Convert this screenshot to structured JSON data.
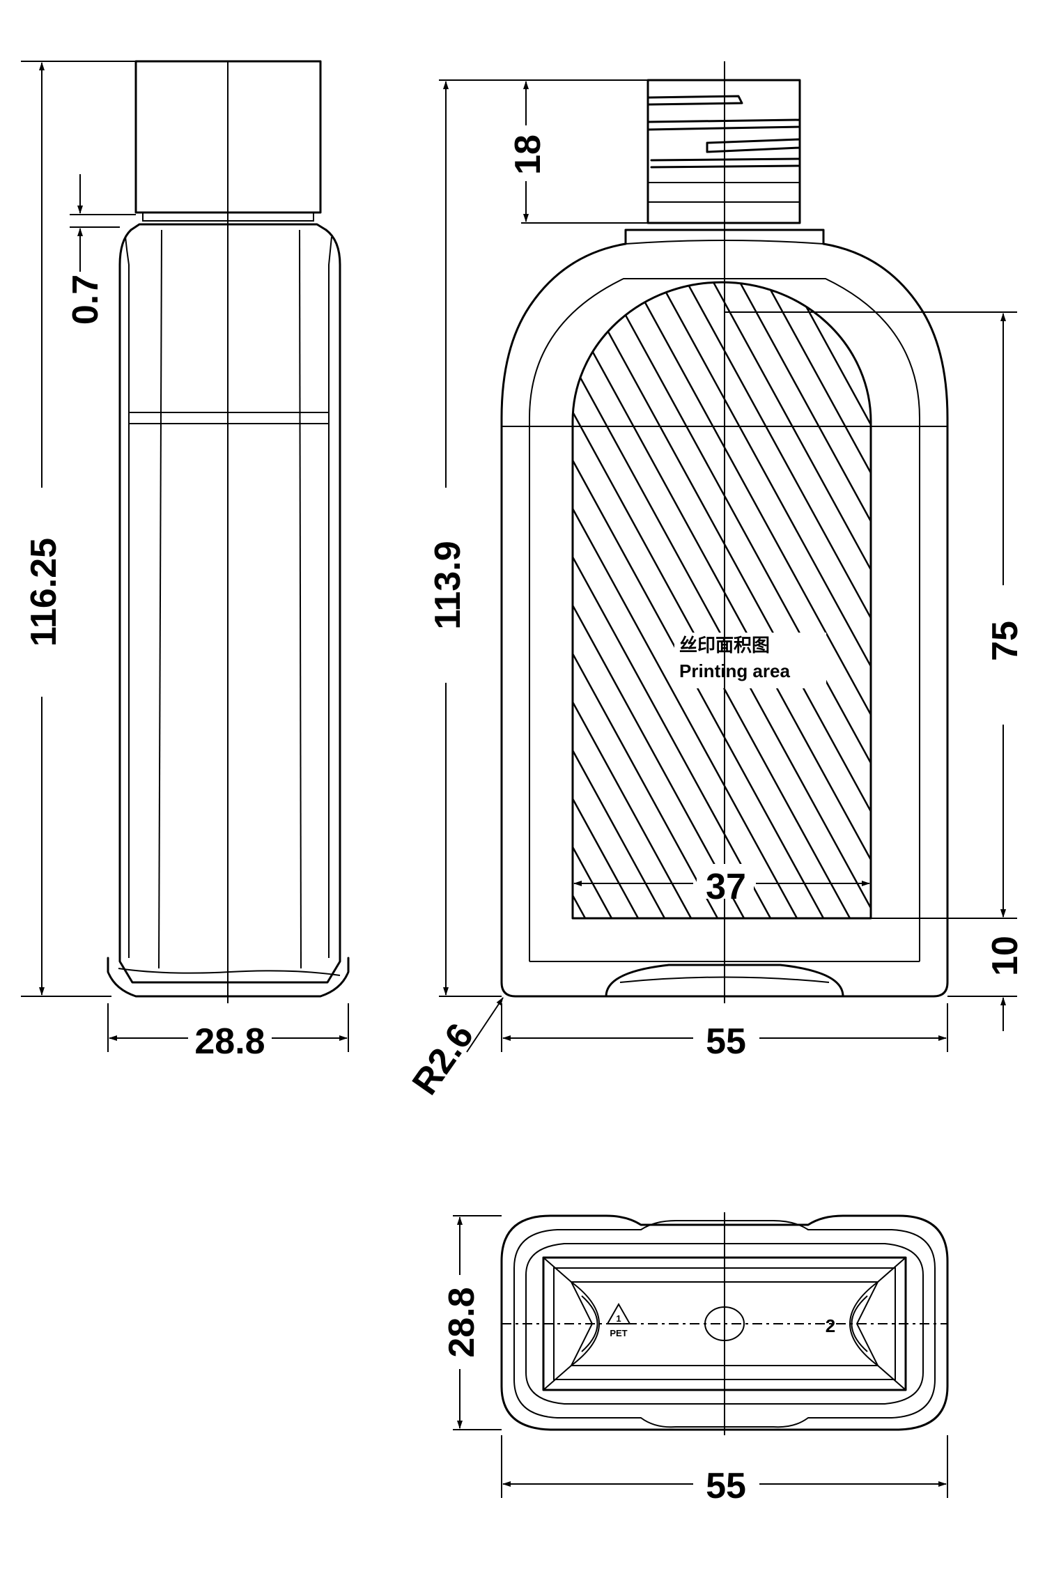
{
  "side_view": {
    "height_total": "116.25",
    "cap_gap": "0.7",
    "width": "28.8"
  },
  "front_view": {
    "height_total": "113.9",
    "neck_height": "18",
    "print_height": "75",
    "print_bottom_offset": "10",
    "print_width": "37",
    "corner_radius": "R2.6",
    "width": "55",
    "print_label_cn": "丝印面积图",
    "print_label_en": "Printing area"
  },
  "bottom_view": {
    "depth": "28.8",
    "width": "55",
    "recycle_code": "1",
    "material": "PET",
    "mold_number": "2"
  }
}
